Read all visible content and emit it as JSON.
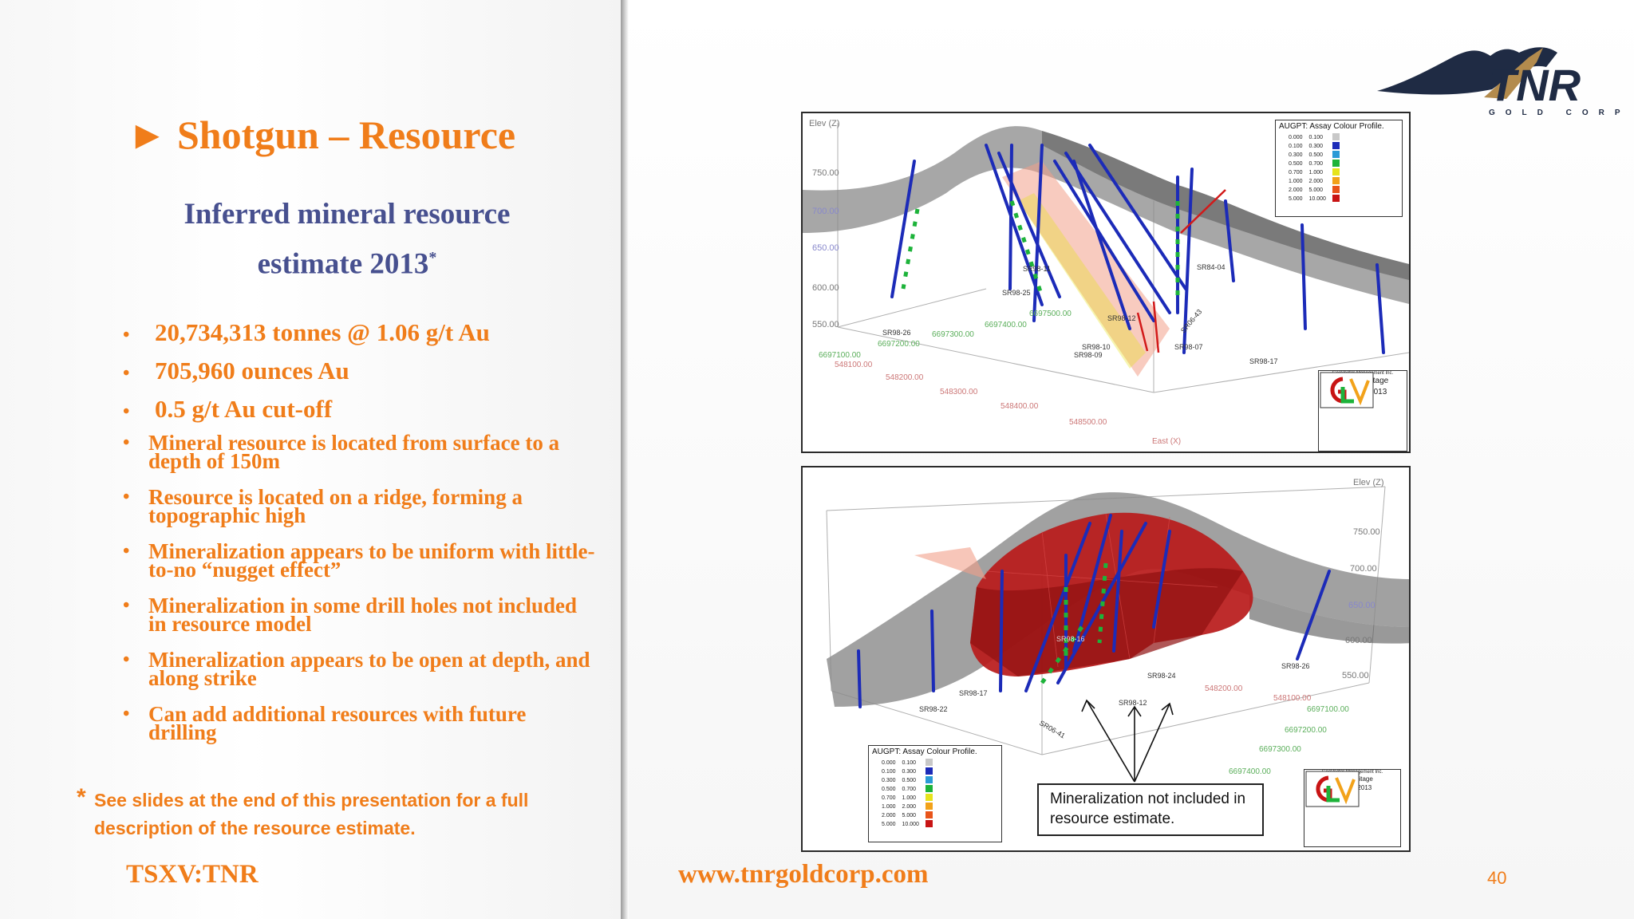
{
  "slide": {
    "title": "► Shotgun – Resource",
    "subtitle_line1": "Inferred mineral resource",
    "subtitle_line2": "estimate 2013",
    "subtitle_marker": "*",
    "bullets": [
      "20,734,313 tonnes @ 1.06 g/t Au",
      "705,960 ounces Au",
      "0.5 g/t Au cut-off",
      "Mineral resource is located from surface to a depth of 150m",
      "Resource is located on a ridge, forming a topographic high",
      "Mineralization appears to be uniform with little-to-no “nugget effect”",
      "Mineralization in some drill holes not included in resource model",
      "Mineralization appears to be open at depth, and along strike",
      "Can add additional resources with future drilling"
    ],
    "footnote_marker": "*",
    "footnote": "See slides at the end of this presentation for a full description of the resource estimate.",
    "ticker": "TSXV:TNR",
    "website": "www.tnrgoldcorp.com",
    "page_number": "40",
    "logo_text": "TNR",
    "logo_subtext": "GOLD CORP"
  },
  "colors": {
    "accent_orange": "#f07d1a",
    "subtitle_blue": "#47508f",
    "logo_navy": "#1f2b44",
    "logo_gold": "#b38b4d"
  },
  "legend": {
    "title": "AUGPT: Assay Colour Profile.",
    "rows": [
      {
        "from": "0.000",
        "to": "0.100",
        "color": "#c8c8c8"
      },
      {
        "from": "0.100",
        "to": "0.300",
        "color": "#1c2bb8"
      },
      {
        "from": "0.300",
        "to": "0.500",
        "color": "#2a9ad6"
      },
      {
        "from": "0.500",
        "to": "0.700",
        "color": "#1db33a"
      },
      {
        "from": "0.700",
        "to": "1.000",
        "color": "#e6e31c"
      },
      {
        "from": "1.000",
        "to": "2.000",
        "color": "#f2a21a"
      },
      {
        "from": "2.000",
        "to": "5.000",
        "color": "#e8541a"
      },
      {
        "from": "5.000",
        "to": "10.000",
        "color": "#c81414"
      }
    ]
  },
  "geovector": {
    "company": "GeoVector Management Inc.",
    "author": "Allan Armitage",
    "date": "May 14, 2013"
  },
  "figure1": {
    "elev_axis": "Elev (Z)",
    "east_axis": "East (X)",
    "elev_ticks": [
      "750.00",
      "700.00",
      "650.00",
      "600.00",
      "550.00"
    ],
    "north_ticks": [
      "6697500.00",
      "6697400.00",
      "6697300.00",
      "6697200.00",
      "6697100.00"
    ],
    "east_ticks": [
      "548100.00",
      "548200.00",
      "548300.00",
      "548400.00",
      "548500.00"
    ],
    "hole_labels": [
      "SR98-26",
      "SR98-25",
      "SR98-11",
      "SR98-12",
      "SR98-10",
      "SR98-09",
      "SR98-07",
      "SR98-17",
      "SR84-04",
      "SR06-43"
    ]
  },
  "figure2": {
    "elev_axis": "Elev (Z)",
    "elev_ticks": [
      "750.00",
      "700.00",
      "650.00",
      "600.00",
      "550.00"
    ],
    "north_ticks": [
      "6697100.00",
      "6697200.00",
      "6697300.00",
      "6697400.00"
    ],
    "east_ticks": [
      "548100.00",
      "548200.00"
    ],
    "hole_labels": [
      "SR98-16",
      "SR98-17",
      "SR98-22",
      "SR98-12",
      "SR98-26",
      "SR06-41",
      "SR98-24"
    ],
    "callout": "Mineralization not included in resource estimate."
  }
}
